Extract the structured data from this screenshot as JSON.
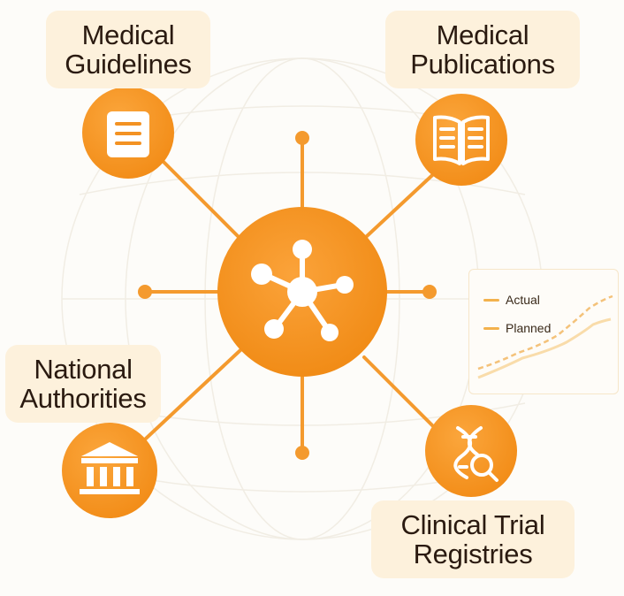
{
  "center": {
    "icon": "network-hub-icon"
  },
  "nodes": {
    "guidelines": {
      "line1": "Medical",
      "line2": "Guidelines",
      "icon": "document-icon"
    },
    "publications": {
      "line1": "Medical",
      "line2": "Publications",
      "icon": "open-book-icon"
    },
    "authorities": {
      "line1": "National",
      "line2": "Authorities",
      "icon": "government-building-icon"
    },
    "registries": {
      "line1": "Clinical Trial",
      "line2": "Registries",
      "icon": "dna-search-icon"
    }
  },
  "legend": {
    "actual": "Actual",
    "planned": "Planned"
  },
  "colors": {
    "accent": "#f7941d",
    "accent_light": "#fbb040",
    "label_bg": "#fdf1dc",
    "text": "#2a1a10",
    "background": "#fdfcf9"
  }
}
